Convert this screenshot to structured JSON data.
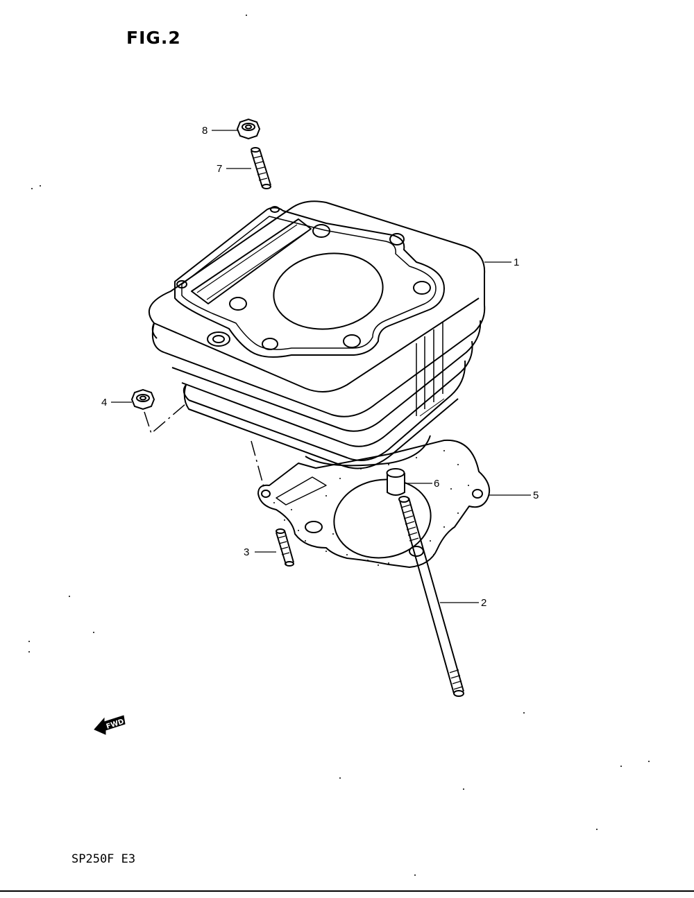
{
  "figure": {
    "title": "FIG.2"
  },
  "footer": {
    "model": "SP250F  E3"
  },
  "fwd_label": "FWD",
  "callouts": [
    {
      "id": "1",
      "label": "1"
    },
    {
      "id": "2",
      "label": "2"
    },
    {
      "id": "3",
      "label": "3"
    },
    {
      "id": "4",
      "label": "4"
    },
    {
      "id": "5",
      "label": "5"
    },
    {
      "id": "6",
      "label": "6"
    },
    {
      "id": "7",
      "label": "7"
    },
    {
      "id": "8",
      "label": "8"
    }
  ]
}
